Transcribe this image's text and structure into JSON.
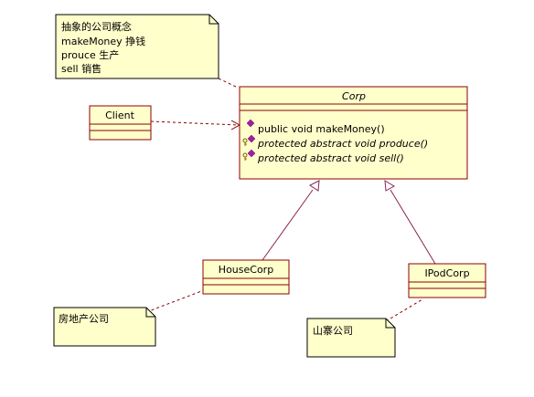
{
  "colors": {
    "box_fill": "#ffffcc",
    "box_stroke": "#8b0000",
    "note_stroke": "#000000",
    "edge_stroke": "#8b2252",
    "dashed_stroke": "#8b0000",
    "method_icon": "#a020a0",
    "key_icon": "#806000"
  },
  "notes": {
    "top": {
      "lines": [
        "抽象的公司概念",
        "makeMoney 挣钱",
        "prouce 生产",
        "sell 销售"
      ]
    },
    "house": {
      "text": "房地产公司"
    },
    "ipod": {
      "text": "山寨公司"
    }
  },
  "classes": {
    "corp": {
      "name": "Corp",
      "methods": [
        {
          "text": "public void makeMoney()",
          "icon": "public-method-icon",
          "italic": false
        },
        {
          "text": "protected abstract void produce()",
          "icon": "protected-method-icon",
          "italic": true
        },
        {
          "text": "protected abstract void sell()",
          "icon": "protected-method-icon",
          "italic": true
        }
      ]
    },
    "client": {
      "name": "Client"
    },
    "house_corp": {
      "name": "HouseCorp"
    },
    "ipod_corp": {
      "name": "IPodCorp"
    }
  }
}
